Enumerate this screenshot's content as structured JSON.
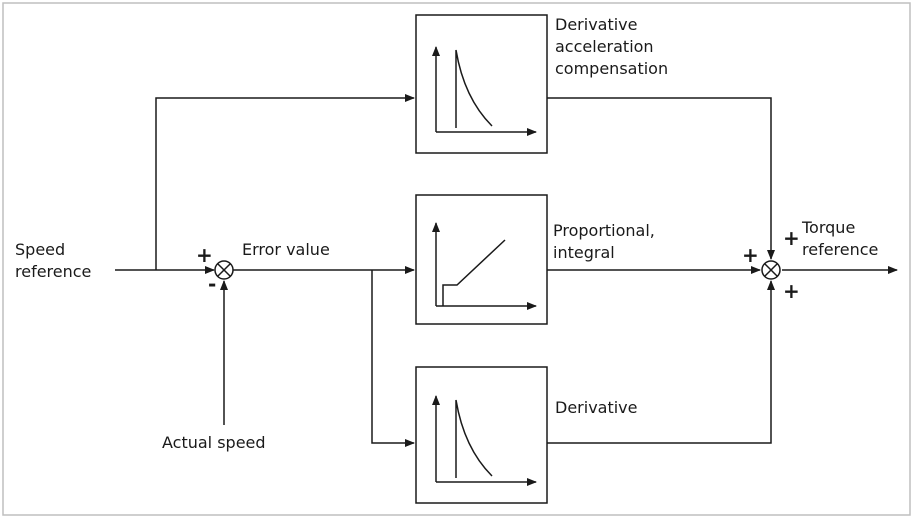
{
  "labels": {
    "speed_reference": [
      "Speed",
      "reference"
    ],
    "error_value": "Error value",
    "actual_speed": "Actual speed",
    "derivative_acceleration_compensation": [
      "Derivative",
      "acceleration",
      "compensation"
    ],
    "proportional_integral": [
      "Proportional,",
      "integral"
    ],
    "derivative": "Derivative",
    "torque_reference": [
      "Torque",
      "reference"
    ]
  },
  "signs": {
    "left_sum_top": "+",
    "left_sum_bottom": "-",
    "right_sum_left": "+",
    "right_sum_top": "+",
    "right_sum_bottom": "+"
  },
  "colors": {
    "line": "#1a1a1a",
    "frame": "#bfbfbf"
  }
}
